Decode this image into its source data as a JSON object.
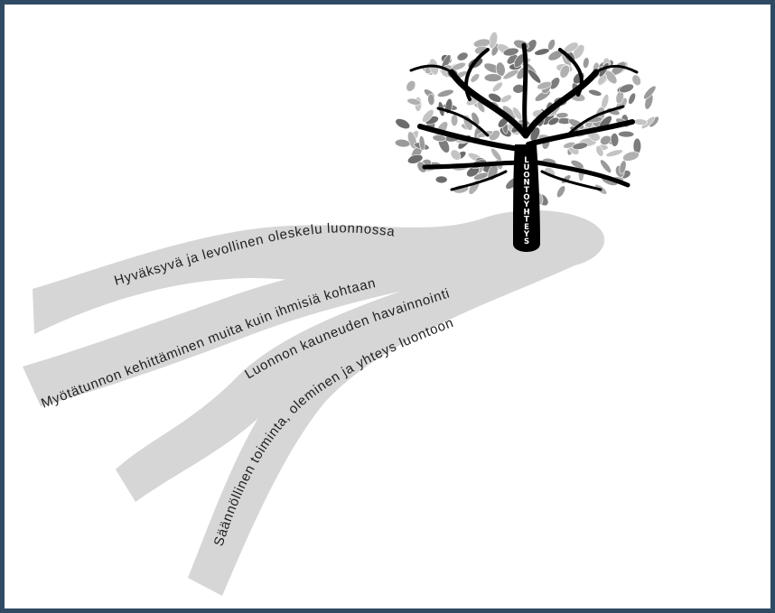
{
  "trunk_label": "LUONTOYHTEYS",
  "roots": [
    {
      "id": "root-1",
      "label": "Hyväksyvä ja levollinen oleskelu luonnossa"
    },
    {
      "id": "root-2",
      "label": "Myötätunnon kehittäminen muita kuin ihmisiä kohtaan"
    },
    {
      "id": "root-3",
      "label": "Luonnon kauneuden havainnointi"
    },
    {
      "id": "root-4",
      "label": "Säännöllinen toiminta, oleminen ja yhteys luontoon"
    }
  ],
  "colors": {
    "frame": "#2f4a63",
    "ribbon": "#d6d6d6",
    "trunk": "#000000",
    "leaf_dark": "#7d7d7d",
    "leaf_light": "#c4c4c4",
    "text": "#1f1f1f"
  }
}
